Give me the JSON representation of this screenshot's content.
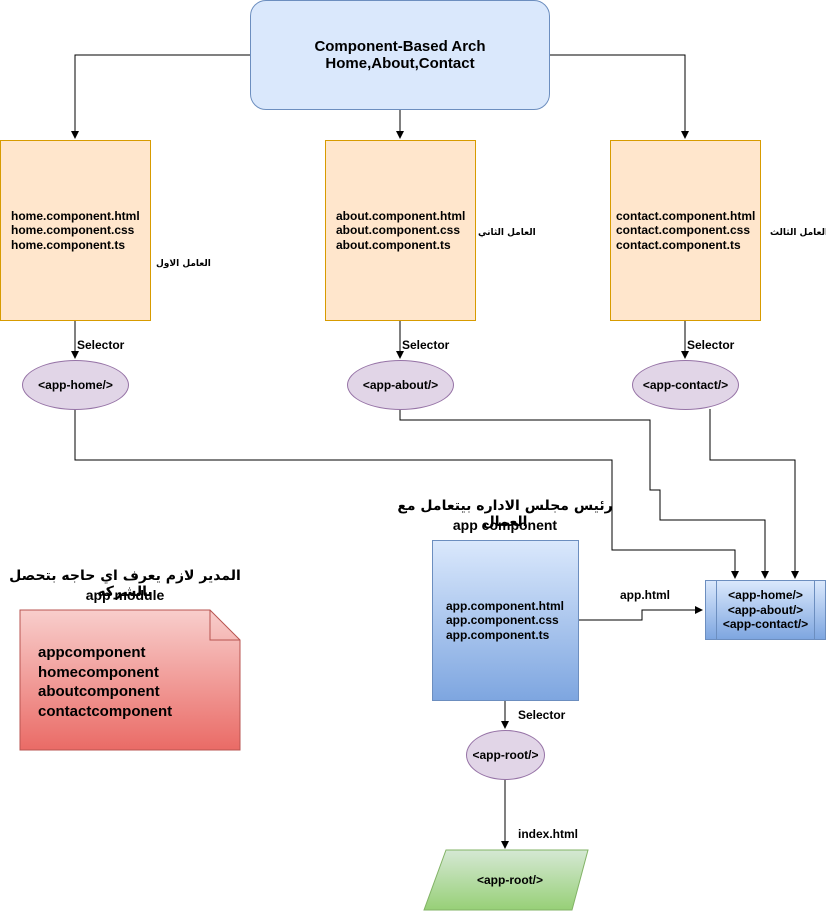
{
  "title": {
    "line1": "Component-Based Arch",
    "line2": "Home,About,Contact"
  },
  "components": [
    {
      "files": [
        "home.component.html",
        "home.component.css",
        "home.component.ts"
      ],
      "worker": "العامل الاول",
      "selector_label": "Selector",
      "selector": "<app-home/>"
    },
    {
      "files": [
        "about.component.html",
        "about.component.css",
        "about.component.ts"
      ],
      "worker": "العامل الثاني",
      "selector_label": "Selector",
      "selector": "<app-about/>"
    },
    {
      "files": [
        "contact.component.html",
        "contact.component.css",
        "contact.component.ts"
      ],
      "worker": "العامل الثالث",
      "selector_label": "Selector",
      "selector": "<app-contact/>"
    }
  ],
  "app_component": {
    "caption_arabic": "رئيس مجلس الاداره بيتعامل مع العمال",
    "caption": "app component",
    "files": [
      "app.component.html",
      "app.component.css",
      "app.component.ts"
    ],
    "selector_label": "Selector",
    "selector": "<app-root/>"
  },
  "app_html": {
    "edge_label": "app.html",
    "lines": [
      "<app-home/>",
      "<app-about/>",
      "<app-contact/>"
    ]
  },
  "index": {
    "edge_label": "index.html",
    "content": "<app-root/>"
  },
  "app_module": {
    "caption_arabic": "المدير  لازم يعرف اي حاجه بتحصل بالشركه",
    "caption": "app module",
    "lines": [
      "appcomponent",
      "homecomponent",
      "aboutcomponent",
      "contactcomponent"
    ]
  },
  "colors": {
    "title_fill": "#dae8fc",
    "component_fill": "#ffe6cc",
    "ellipse_fill": "#e1d5e7",
    "app_fill": "#7ea6e0",
    "module_fill": "#ea6b66",
    "index_fill": "#97d077"
  }
}
